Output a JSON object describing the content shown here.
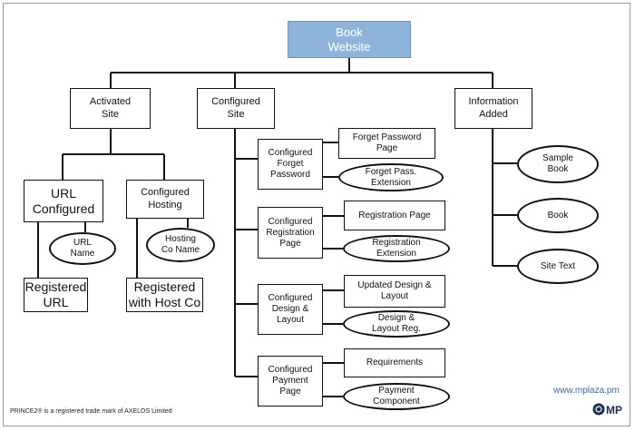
{
  "diagram": {
    "root": "Book\nWebsite",
    "activated_site": "Activated\nSite",
    "configured_site": "Configured\nSite",
    "information_added": "Information\nAdded",
    "url_configured": "URL\nConfigured",
    "url_name": "URL\nName",
    "registered_url": "Registered\nURL",
    "configured_hosting": "Configured\nHosting",
    "hosting_co_name": "Hosting\nCo Name",
    "registered_host": "Registered\nwith Host Co",
    "cfg_forget_password": "Configured\nForget\nPassword",
    "forget_password_page": "Forget Password\nPage",
    "forget_pass_extension": "Forget Pass.\nExtension",
    "cfg_registration_page": "Configured\nRegistration\nPage",
    "registration_page": "Registration Page",
    "registration_extension": "Registration\nExtension",
    "cfg_design_layout": "Configured\nDesign &\nLayout",
    "updated_design_layout": "Updated Design &\nLayout",
    "design_layout_reg": "Design &\nLayout Reg.",
    "cfg_payment_page": "Configured\nPayment\nPage",
    "requirements": "Requirements",
    "payment_component": "Payment\nComponent",
    "sample_book": "Sample\nBook",
    "book": "Book",
    "site_text": "Site Text"
  },
  "footer": {
    "trademark": "PRINCE2® is a registered trade mark of AXELOS Limited",
    "website": "www.mplaza.pm",
    "logo_text": "MP"
  },
  "colors": {
    "root_fill": "#8fb4dc",
    "line": "#111111",
    "website_text": "#3b6aa8"
  }
}
